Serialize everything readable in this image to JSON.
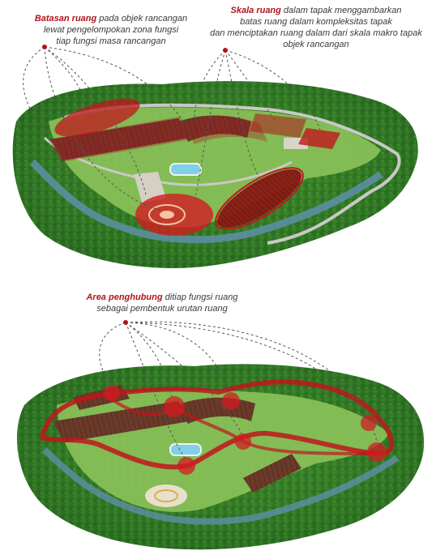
{
  "annotations": {
    "batasan": {
      "keyword": "Batasan ruang",
      "line1_rest": " pada objek rancangan",
      "line2": "lewat pengelompokan zona fungsi",
      "line3": "tiap fungsi masa rancangan"
    },
    "skala": {
      "keyword": "Skala ruang",
      "line1_rest": " dalam tapak menggambarkan",
      "line2": "batas ruang dalam kompleksitas tapak",
      "line3": "dan menciptakan ruang dalam dari skala makro tapak",
      "line4": "objek rancangan"
    },
    "penghubung": {
      "keyword": "Area penghubung",
      "line1_rest": " ditiap fungsi ruang",
      "line2": "sebagai pembentuk urutan ruang"
    }
  },
  "colors": {
    "accent_red": "#b0141c",
    "zone_red": "#c0161c",
    "forest_dark": "#1f5a1c",
    "forest_mid": "#3f8a2c",
    "grass": "#8cc25a",
    "water": "#5f8fa8",
    "road": "#c9c9c4",
    "roof_brown": "#6a3a2a"
  }
}
